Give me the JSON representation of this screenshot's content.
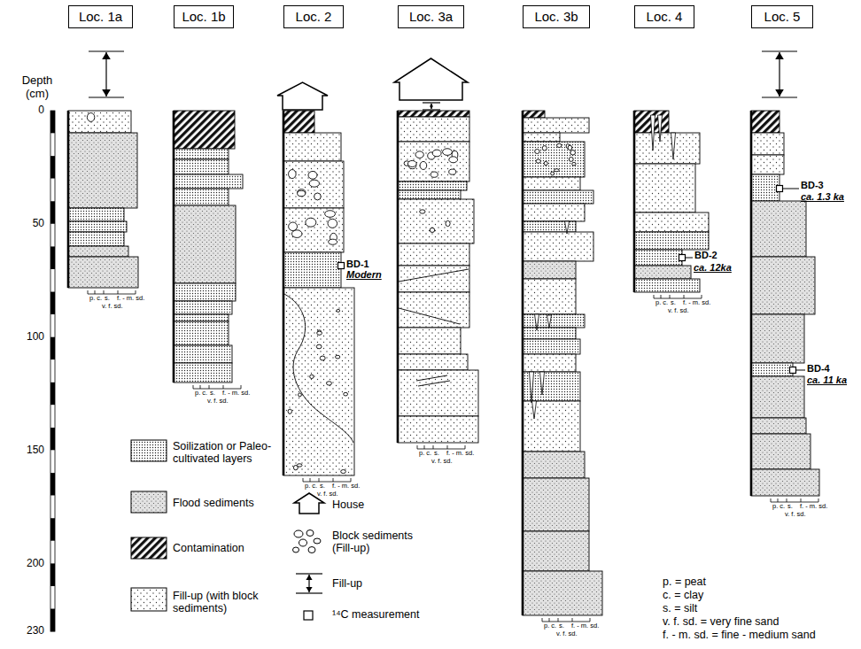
{
  "diagram": {
    "nodes": [
      {
        "text": [
          "Loc. 1a"
        ]
      },
      {
        "text": [
          "Loc. 1b"
        ]
      },
      {
        "text": [
          "Loc. 2"
        ]
      },
      {
        "text": [
          "Loc. 3a"
        ]
      },
      {
        "text": [
          "Loc. 3b"
        ]
      },
      {
        "text": [
          "Loc. 4"
        ]
      },
      {
        "text": [
          "Loc. 5"
        ]
      }
    ],
    "labels": [
      "Depth (cm)",
      "0",
      "50",
      "100",
      "150",
      "200",
      "230",
      "p. c.",
      "s.",
      "f. - m. sd.",
      "v. f. sd.",
      "p. c.",
      "s.",
      "f. - m. sd.",
      "v. f. sd.",
      "p. c.",
      "s.",
      "f. - m. sd.",
      "v. f. sd.",
      "p. c.",
      "s.",
      "f. - m. sd.",
      "v. f. sd.",
      "p. c.",
      "s.",
      "f. - m. sd.",
      "v. f. sd.",
      "p. c.",
      "s.",
      "f. - m. sd.",
      "v. f. sd.",
      "p. c.",
      "s.",
      "f. - m. sd.",
      "v. f. sd.",
      "BD-1",
      "Modern",
      "BD-2",
      "ca. 12ka",
      "BD-3",
      "ca. 1.3 ka",
      "BD-4",
      "ca. 11 ka",
      "p. = peat",
      "c. = clay",
      "s. = silt",
      "v. f. sd. = very fine sand",
      "f. - m. sd. = fine - medium sand"
    ],
    "legend": [
      {
        "text": "Soilization or Paleo-cultivated layers"
      },
      {
        "text": "Flood sediments"
      },
      {
        "text": "Contamination"
      },
      {
        "text": "Fill-up (with block sediments)"
      },
      {
        "text": "House"
      },
      {
        "text": "Block sediments (Fill-up)"
      },
      {
        "text": "Fill-up"
      },
      {
        "text": "¹⁴C measurement"
      }
    ]
  }
}
